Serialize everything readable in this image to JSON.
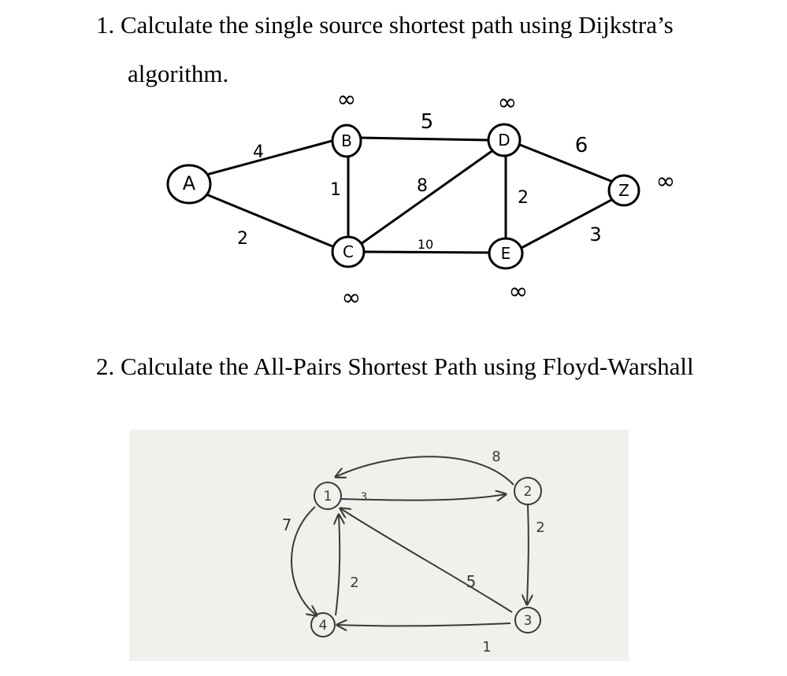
{
  "q1": {
    "number": "1.",
    "line1": "Calculate the single source shortest path using Dijkstra’s",
    "line2": "algorithm."
  },
  "q2": {
    "number": "2.",
    "text": "Calculate the All-Pairs Shortest Path using Floyd-Warshall"
  },
  "graph1": {
    "nodes": {
      "A": "A",
      "B": "B",
      "C": "C",
      "D": "D",
      "E": "E",
      "Z": "Z"
    },
    "node_distances": {
      "B": "∞",
      "C": "∞",
      "D": "∞",
      "E": "∞",
      "Z": "∞"
    },
    "edges": {
      "A_B": "4",
      "A_C": "2",
      "B_C": "1",
      "B_D": "5",
      "C_D": "8",
      "C_E": "10",
      "D_E": "2",
      "D_Z": "6",
      "E_Z": "3"
    }
  },
  "graph2": {
    "nodes": {
      "n1": "1",
      "n2": "2",
      "n3": "3",
      "n4": "4"
    },
    "edges": {
      "e2_1": "8",
      "e1_2": "3",
      "e2_3": "2",
      "e3_1": "5",
      "e3_4": "1",
      "e1_4": "7",
      "e4_1": "2"
    }
  },
  "colors": {
    "ink": "#000000",
    "photo_bg": "#f1f0ec",
    "sketch": "#3a3a3a"
  }
}
